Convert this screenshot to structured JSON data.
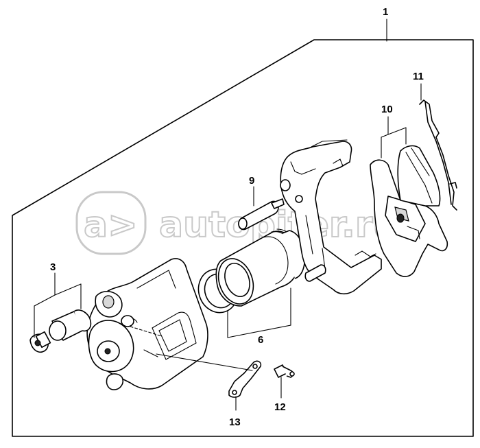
{
  "callouts": {
    "c1": "1",
    "c3": "3",
    "c6": "6",
    "c9": "9",
    "c10": "10",
    "c11": "11",
    "c12": "12",
    "c13": "13"
  },
  "watermark": {
    "logo_mark": "a>",
    "text": "autopiter.ru"
  },
  "parts": {
    "caliper_housing": "caliper-housing",
    "guide_pin_boot": "guide-pin-boot",
    "piston": "piston",
    "piston_seal_ring": "piston-seal-ring",
    "guide_pin": "guide-pin",
    "caliper_bracket": "caliper-bracket",
    "brake_pads": "brake-pads",
    "anti_rattle_spring": "anti-rattle-spring",
    "bleeder_screw": "bleeder-screw",
    "wear_indicator_clip": "wear-indicator-clip"
  }
}
